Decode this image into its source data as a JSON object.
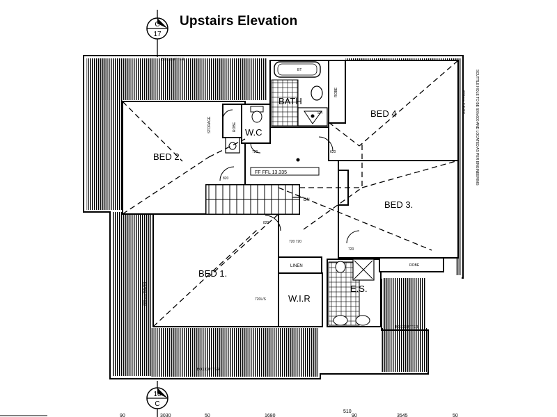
{
  "title": "Upstairs Elevation",
  "section_marker_top": {
    "number": "C",
    "sheet": "17"
  },
  "section_marker_bottom": {
    "number": "10",
    "sheet": "C"
  },
  "rooms": {
    "bath": "BATH",
    "bed4": "BED 4",
    "bed2": "BED 2",
    "wc": "W.C",
    "bed3": "BED 3.",
    "bed1": "BED 1.",
    "wir": "W.I.R",
    "es": "E.S.",
    "linen": "LINEN"
  },
  "labels": {
    "ffl": "FF FFL 13.335",
    "dn": "DN",
    "box_gutter": "BOX GUTTER",
    "robe": "ROBE",
    "robe2": "ROBE",
    "robe3": "ROBE",
    "bt": "BT",
    "sh": "SH",
    "door_820": "820",
    "door_720": "720",
    "door_620": "620",
    "wir_door": "720L/S",
    "linen_doors": "720 720",
    "side_note": "SCUTTLE HOLE TO BE 600x600 AND LOCATED AS PER ENGINEERING",
    "slab_note": "600mm EAVES",
    "storage": "STORAGE"
  },
  "bottom_dims": [
    "90",
    "3030",
    "50",
    "1680",
    "510",
    "90",
    "3545",
    "50"
  ]
}
